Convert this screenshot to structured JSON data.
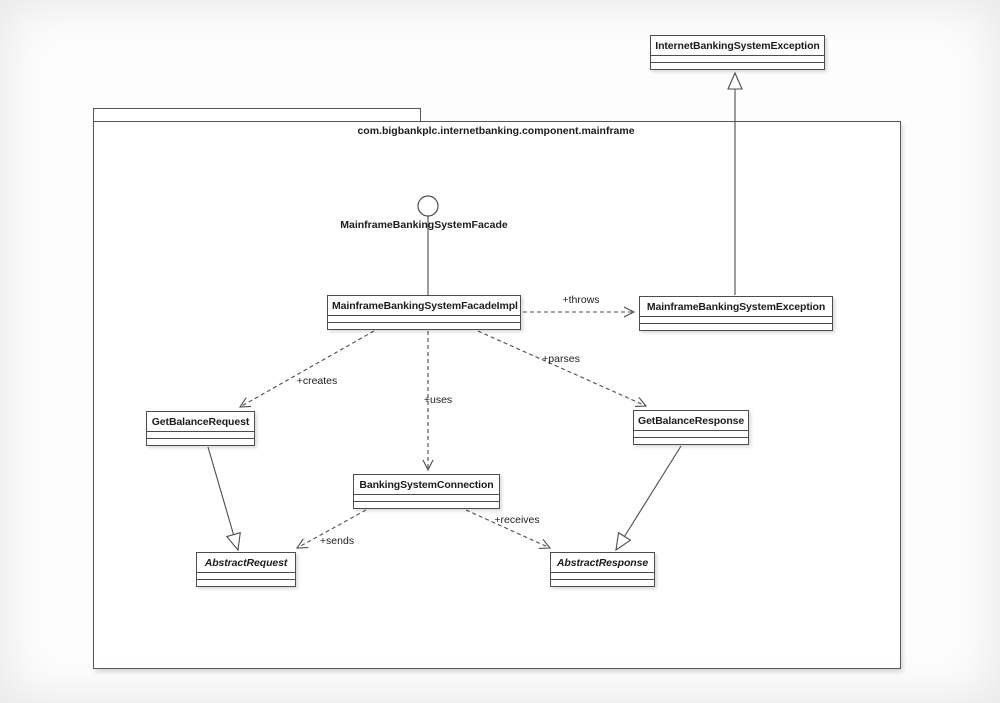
{
  "diagram": {
    "package": {
      "label": "com.bigbankplc.internetbanking.component.mainframe"
    },
    "interface": {
      "label": "MainframeBankingSystemFacade"
    },
    "classes": {
      "internet_banking_system_exception": {
        "name": "InternetBankingSystemException"
      },
      "mainframe_facade_impl": {
        "name": "MainframeBankingSystemFacadeImpl"
      },
      "mainframe_exception": {
        "name": "MainframeBankingSystemException"
      },
      "get_balance_request": {
        "name": "GetBalanceRequest"
      },
      "get_balance_response": {
        "name": "GetBalanceResponse"
      },
      "banking_system_connection": {
        "name": "BankingSystemConnection"
      },
      "abstract_request": {
        "name": "AbstractRequest"
      },
      "abstract_response": {
        "name": "AbstractResponse"
      }
    },
    "edges": {
      "throws": {
        "label": "+throws"
      },
      "creates": {
        "label": "+creates"
      },
      "uses": {
        "label": "+uses"
      },
      "parses": {
        "label": "+parses"
      },
      "sends": {
        "label": "+sends"
      },
      "receives": {
        "label": "+receives"
      }
    },
    "colors": {
      "line": "#4d4d4d",
      "text": "#1c1c1c",
      "box_background": "#ffffff",
      "page_background": "#fdfdfd"
    }
  }
}
